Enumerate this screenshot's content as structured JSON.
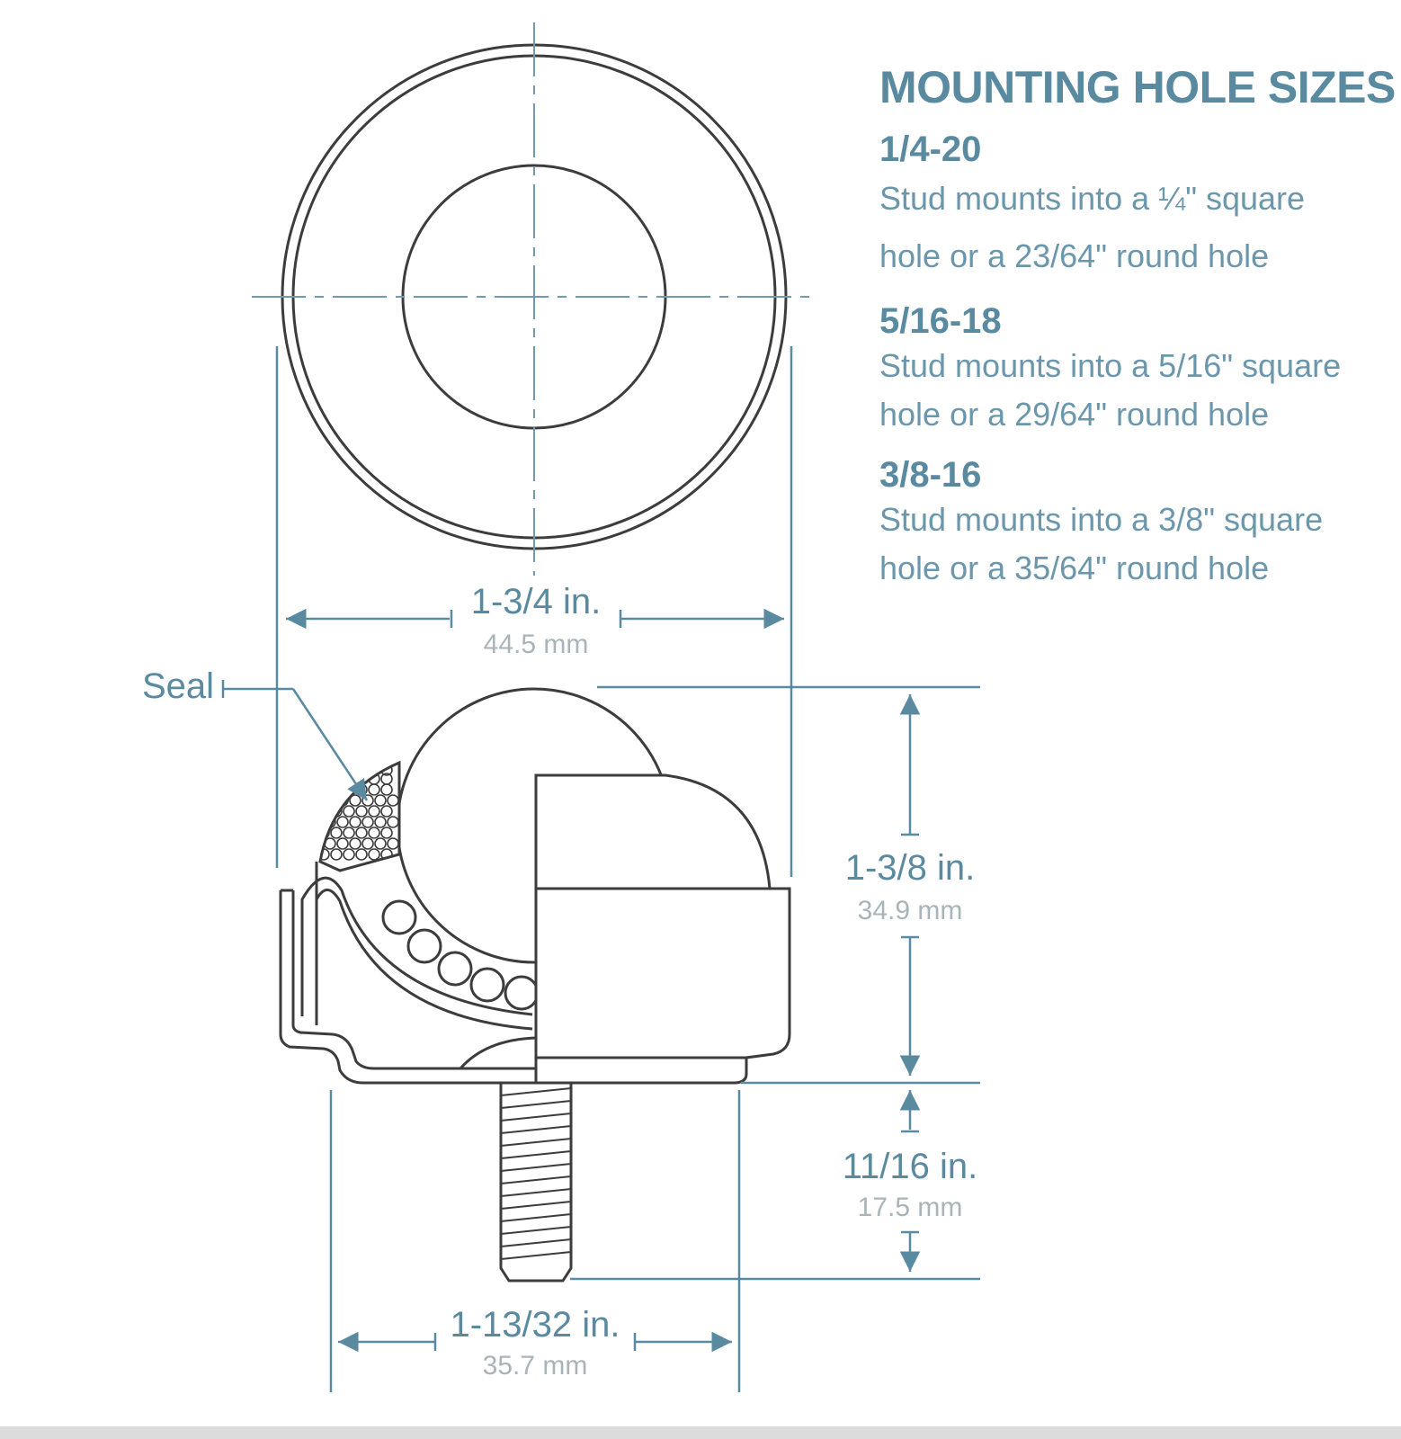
{
  "mounting_hole_sizes": {
    "title": "MOUNTING HOLE SIZES",
    "items": [
      {
        "size": "1/4-20",
        "line1": "Stud mounts into a ¼\" square",
        "line2": "hole or a 23/64\" round hole"
      },
      {
        "size": "5/16-18",
        "line1": "Stud mounts into a 5/16\" square",
        "line2": "hole or a 29/64\" round hole"
      },
      {
        "size": "3/8-16",
        "line1": "Stud mounts into a 3/8\" square",
        "line2": "hole or a 35/64\" round hole"
      }
    ]
  },
  "dimensions": {
    "outer_diameter": {
      "in": "1-3/4 in.",
      "mm": "44.5 mm"
    },
    "height": {
      "in": "1-3/8 in.",
      "mm": "34.9 mm"
    },
    "stud_length": {
      "in": "11/16 in.",
      "mm": "17.5 mm"
    },
    "base_width": {
      "in": "1-13/32 in.",
      "mm": "35.7 mm"
    }
  },
  "labels": {
    "seal": "Seal"
  },
  "colors": {
    "dimension": "#5a8aa0",
    "metric": "#a9b4ba",
    "outline": "#3c3c3c"
  }
}
